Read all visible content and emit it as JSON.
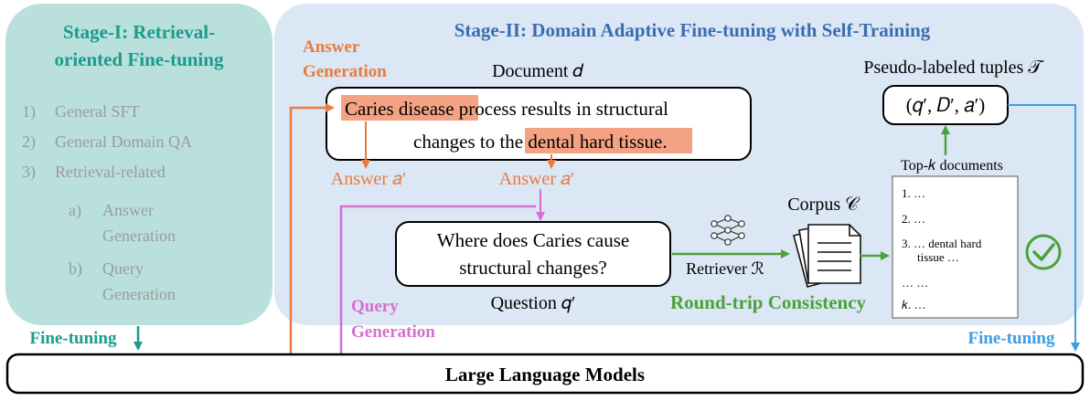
{
  "stage1": {
    "title_line1": "Stage-I: Retrieval-",
    "title_line2": "oriented Fine-tuning",
    "items": [
      {
        "num": "1)",
        "text": "General SFT"
      },
      {
        "num": "2)",
        "text": "General Domain QA"
      },
      {
        "num": "3)",
        "text": "Retrieval-related"
      }
    ],
    "subitems": [
      {
        "num": "a)",
        "line1": "Answer",
        "line2": "Generation"
      },
      {
        "num": "b)",
        "line1": "Query",
        "line2": "Generation"
      }
    ],
    "finetune_label": "Fine-tuning"
  },
  "stage2": {
    "title": "Stage-II: Domain Adaptive Fine-tuning with Self-Training",
    "answer_gen_line1": "Answer",
    "answer_gen_line2": "Generation",
    "document_label": "Document 𝑑",
    "doc_sentence": {
      "hl1": "Caries disease",
      "mid1": " process results in structural",
      "pre2": "changes to the ",
      "hl2": "dental hard tissue",
      "end2": "."
    },
    "answer1": "Answer 𝑎′",
    "answer2": "Answer 𝑎′",
    "question_line1": "Where does Caries cause",
    "question_line2": "structural changes?",
    "question_label": "Question 𝑞′",
    "query_gen_line1": "Query",
    "query_gen_line2": "Generation",
    "retriever_label": "Retriever ℛ",
    "corpus_label": "Corpus 𝒞",
    "roundtrip_label": "Round-trip Consistency",
    "topk_label": "Top-𝑘 documents",
    "topk_items": [
      "1.  …",
      "2.  …",
      "3.  … dental hard",
      "tissue …",
      "… …",
      "𝑘.  …"
    ],
    "pseudo_label": "Pseudo-labeled tuples 𝒯",
    "tuple": "(𝑞′, 𝐷′, 𝑎′)",
    "finetune_label": "Fine-tuning"
  },
  "llm_label": "Large Language Models",
  "colors": {
    "teal": "#1a9c8c",
    "teal_bg": "#b9e0dc",
    "blue_bg": "#dbe7f4",
    "orange": "#e77b41",
    "orange_hl": "#f3a383",
    "pink": "#d66fcf",
    "green": "#4ca23a",
    "blue": "#3d9de0",
    "navy": "#3b6db0",
    "gray": "#9b9b9b"
  }
}
